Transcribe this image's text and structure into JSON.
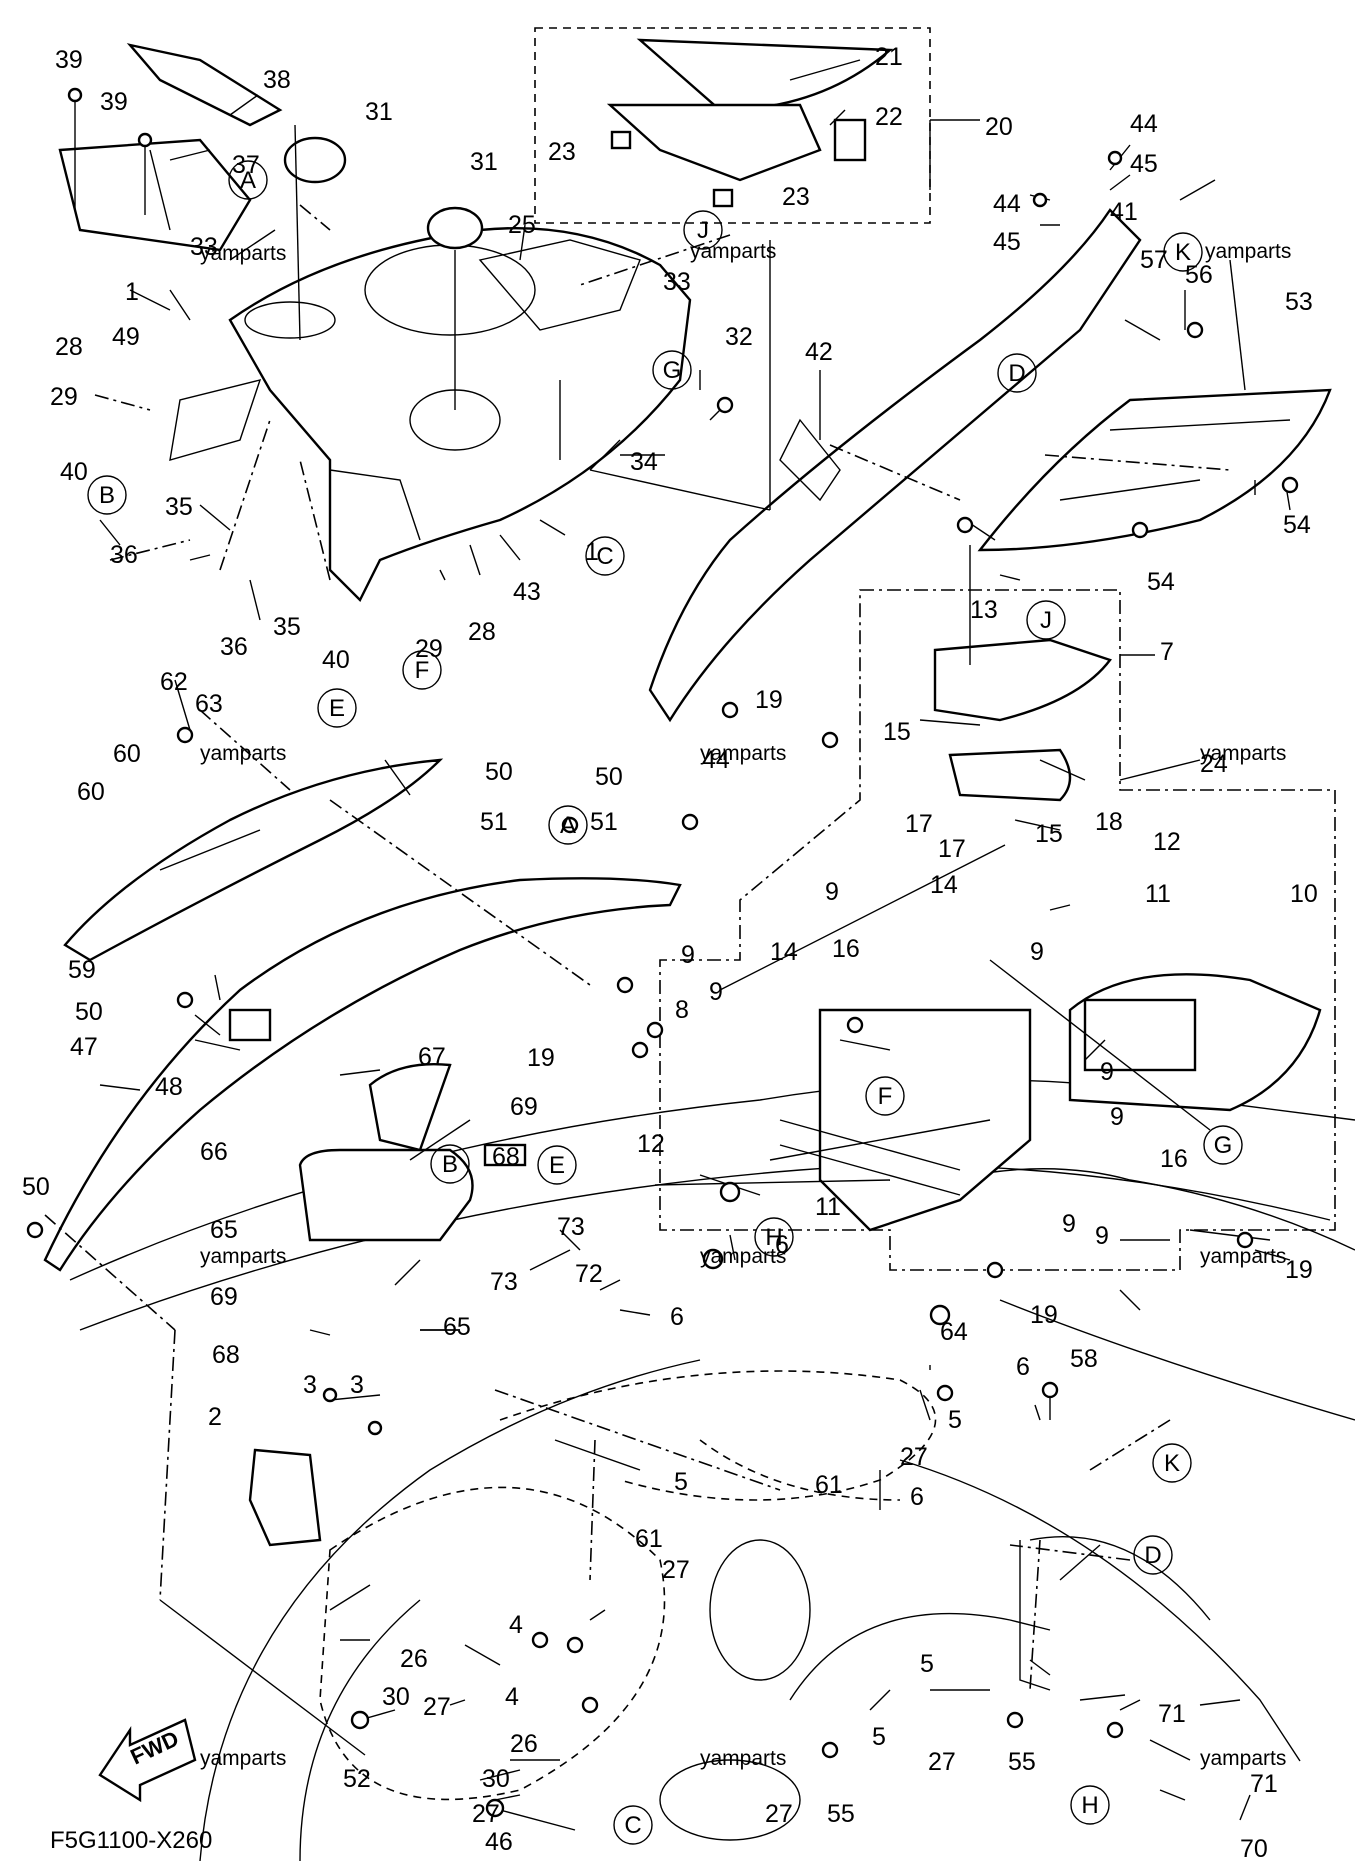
{
  "diagram": {
    "code": "F5G1100-X260",
    "fwd_label": "FWD",
    "watermark": "yamparts",
    "callouts": [
      "39",
      "38",
      "39",
      "31",
      "37",
      "31",
      "21",
      "22",
      "20",
      "23",
      "23",
      "44",
      "45",
      "44",
      "45",
      "41",
      "25",
      "33",
      "1",
      "28",
      "49",
      "29",
      "40",
      "33",
      "32",
      "57",
      "56",
      "53",
      "42",
      "34",
      "35",
      "1",
      "36",
      "36",
      "35",
      "40",
      "29",
      "28",
      "43",
      "13",
      "7",
      "62",
      "63",
      "60",
      "60",
      "59",
      "19",
      "15",
      "24",
      "18",
      "15",
      "50",
      "50",
      "51",
      "51",
      "12",
      "11",
      "10",
      "17",
      "17",
      "14",
      "14",
      "9",
      "9",
      "16",
      "9",
      "9",
      "8",
      "48",
      "50",
      "47",
      "19",
      "9",
      "9",
      "12",
      "11",
      "16",
      "9",
      "67",
      "69",
      "66",
      "68",
      "65",
      "73",
      "73",
      "72",
      "6",
      "69",
      "65",
      "68",
      "6",
      "6",
      "64",
      "58",
      "5",
      "3",
      "3",
      "2",
      "27",
      "61",
      "6",
      "5",
      "61",
      "27",
      "4",
      "4",
      "26",
      "30",
      "27",
      "26",
      "30",
      "27",
      "52",
      "5",
      "5",
      "27",
      "55",
      "71",
      "27",
      "55",
      "46",
      "71",
      "70",
      "44",
      "54",
      "54",
      "9",
      "19",
      "19",
      "50"
    ],
    "reference_letters": [
      "A",
      "A",
      "B",
      "B",
      "C",
      "C",
      "D",
      "D",
      "E",
      "E",
      "F",
      "F",
      "G",
      "G",
      "H",
      "H",
      "J",
      "J",
      "K",
      "K"
    ]
  }
}
